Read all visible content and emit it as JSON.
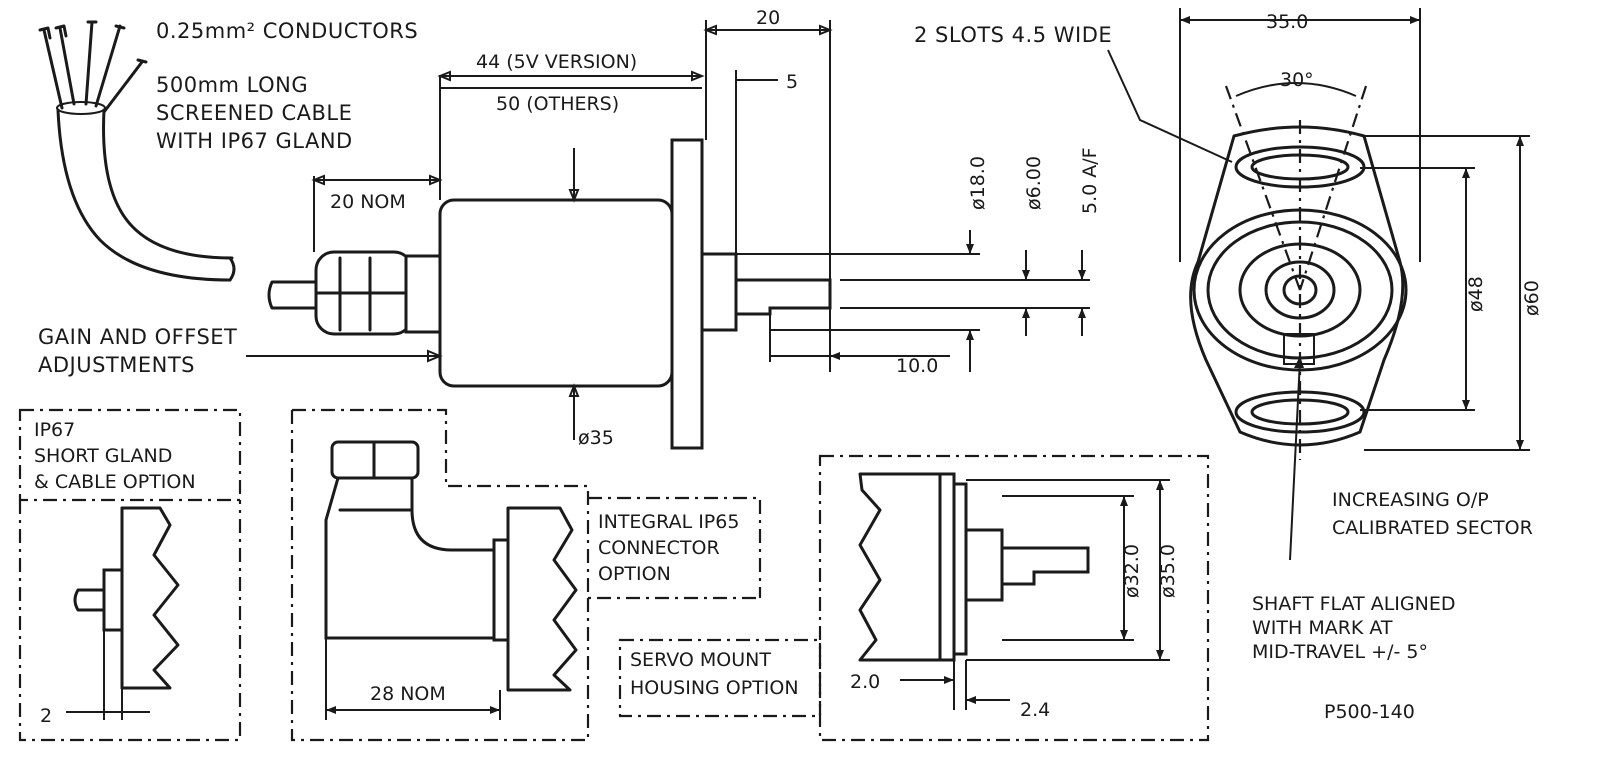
{
  "labels": {
    "conductors": "0.25mm² CONDUCTORS",
    "cable_line1": "500mm LONG",
    "cable_line2": "SCREENED CABLE",
    "cable_line3": "WITH IP67 GLAND",
    "gain_line1": "GAIN AND OFFSET",
    "gain_line2": "ADJUSTMENTS",
    "slots": "2 SLOTS 4.5 WIDE",
    "increasing_line1": "INCREASING O/P",
    "increasing_line2": "CALIBRATED SECTOR",
    "shaft_line1": "SHAFT FLAT ALIGNED",
    "shaft_line2": "WITH MARK AT",
    "shaft_line3": "MID-TRAVEL +/- 5°",
    "ip67_line1": "IP67",
    "ip67_line2": "SHORT GLAND",
    "ip67_line3": "& CABLE OPTION",
    "ip65_line1": "INTEGRAL IP65",
    "ip65_line2": "CONNECTOR",
    "ip65_line3": "OPTION",
    "servo_line1": "SERVO MOUNT",
    "servo_line2": "HOUSING OPTION",
    "part_number": "P500-140"
  },
  "dimensions": {
    "len_5v": "44 (5V VERSION)",
    "len_others": "50 (OTHERS)",
    "flange_20": "20",
    "step_5": "5",
    "gland_20_nom": "20 NOM",
    "shaft_10": "10.0",
    "dia_35": "ø35",
    "dia_18": "ø18.0",
    "dia_6": "ø6.00",
    "af_5": "5.0 A/F",
    "width_35": "35.0",
    "angle_30": "30°",
    "dia_48": "ø48",
    "dia_60": "ø60",
    "servo_dia_32": "ø32.0",
    "servo_dia_35": "ø35.0",
    "servo_2_0": "2.0",
    "servo_2_4": "2.4",
    "short_2": "2",
    "connector_28_nom": "28 NOM"
  }
}
